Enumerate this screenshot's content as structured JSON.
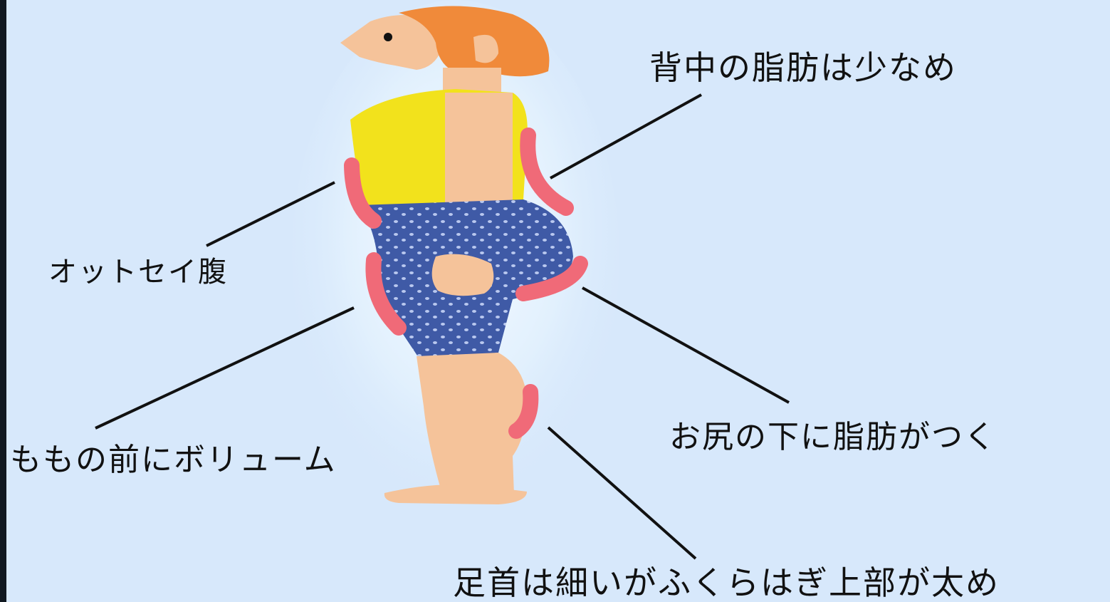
{
  "labels": {
    "back": "背中の脂肪は少なめ",
    "belly": "オットセイ腹",
    "thigh_front": "ももの前にボリューム",
    "hip_under": "お尻の下に脂肪がつく",
    "calf": "足首は細いがふくらはぎ上部が太め"
  },
  "colors": {
    "background": "#d7e8fb",
    "highlight": "#f06a78",
    "shirt": "#f2e21c",
    "shorts": "#3f5aa6",
    "skin": "#f5c39a",
    "hair": "#f08a3a",
    "leader_line": "#111111"
  }
}
